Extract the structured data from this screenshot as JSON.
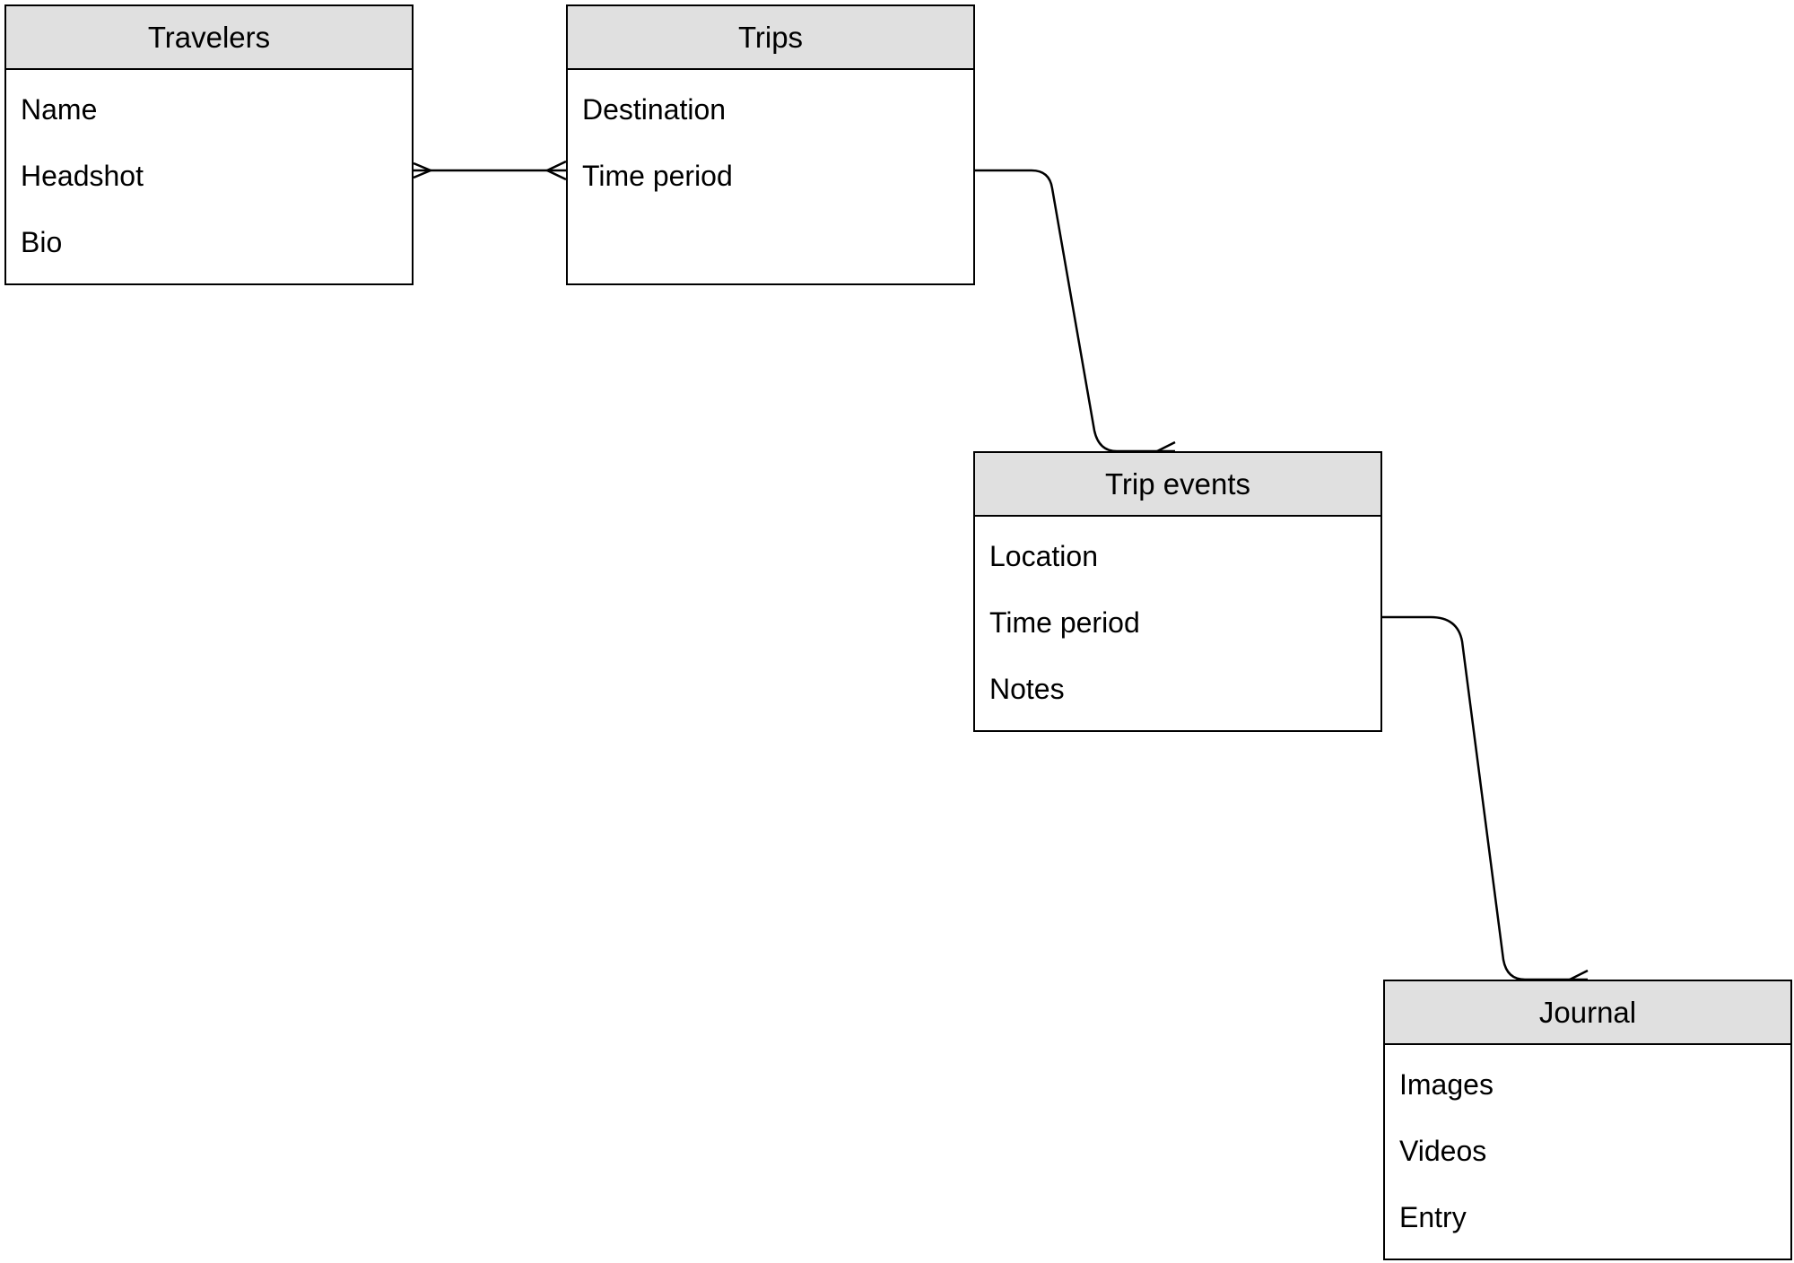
{
  "entities": {
    "travelers": {
      "title": "Travelers",
      "fields": [
        "Name",
        "Headshot",
        "Bio"
      ]
    },
    "trips": {
      "title": "Trips",
      "fields": [
        "Destination",
        "Time period"
      ]
    },
    "trip_events": {
      "title": "Trip events",
      "fields": [
        "Location",
        "Time period",
        "Notes"
      ]
    },
    "journal": {
      "title": "Journal",
      "fields": [
        "Images",
        "Videos",
        "Entry"
      ]
    }
  },
  "relationships": [
    {
      "from": "Travelers",
      "to": "Trips",
      "from_end": "many",
      "to_end": "many"
    },
    {
      "from": "Trips",
      "to": "Trip events",
      "from_end": "one",
      "to_end": "many"
    },
    {
      "from": "Trip events",
      "to": "Journal",
      "from_end": "one",
      "to_end": "many"
    }
  ],
  "colors": {
    "header_fill": "#e0e0e0",
    "line": "#000000",
    "background": "#ffffff"
  }
}
